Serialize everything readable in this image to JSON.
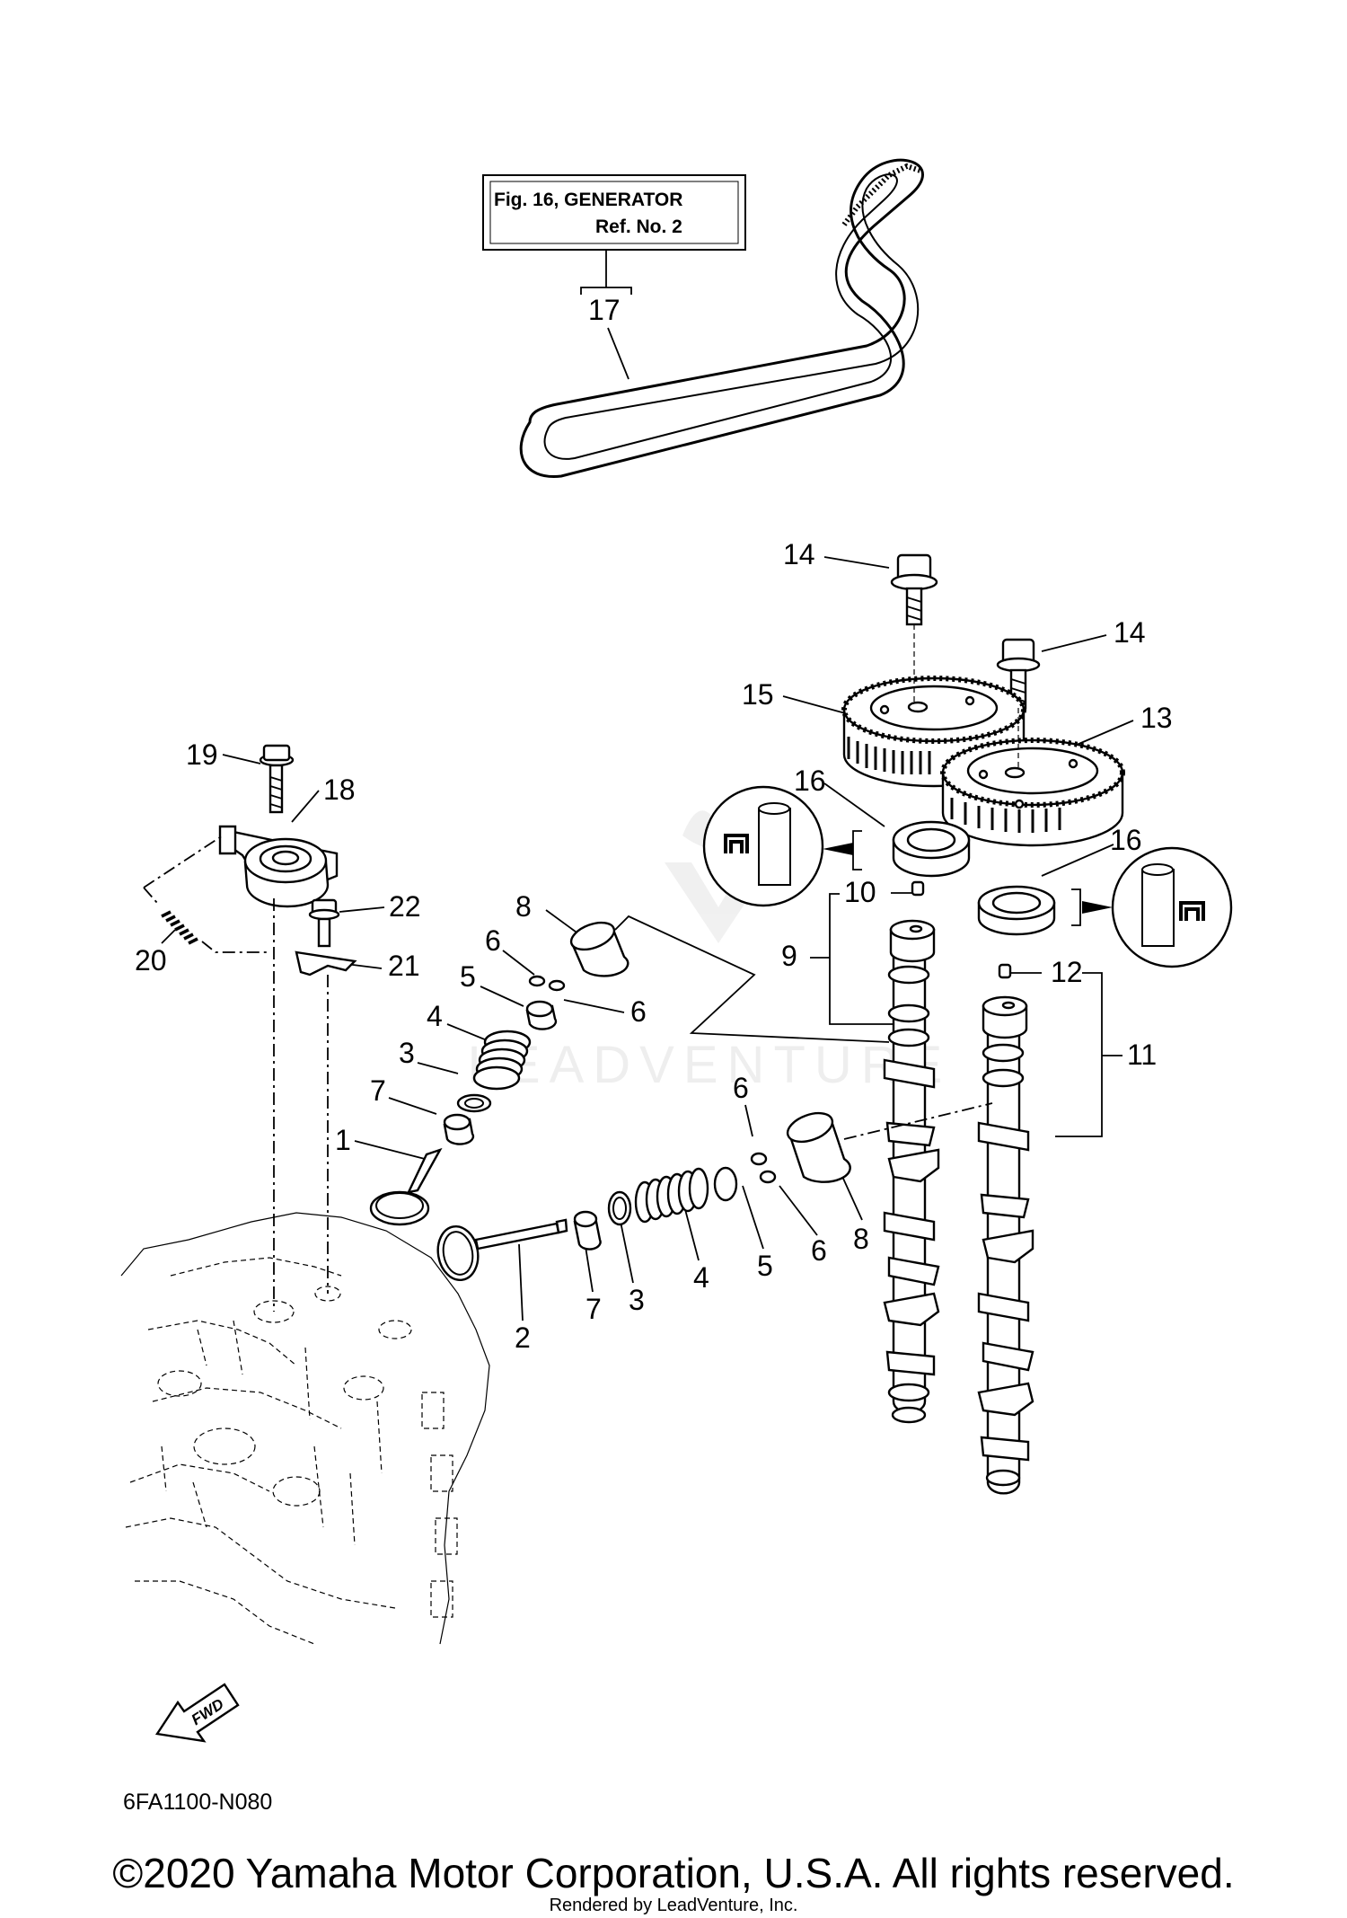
{
  "reference_box": {
    "line1": "Fig. 16, GENERATOR",
    "line2": "Ref. No. 2"
  },
  "callouts": {
    "c1": "1",
    "c2": "2",
    "c3a": "3",
    "c3b": "3",
    "c4a": "4",
    "c4b": "4",
    "c5a": "5",
    "c5b": "5",
    "c6a": "6",
    "c6b": "6",
    "c6c": "6",
    "c6d": "6",
    "c7a": "7",
    "c7b": "7",
    "c8a": "8",
    "c8b": "8",
    "c9": "9",
    "c10": "10",
    "c11": "11",
    "c12": "12",
    "c13": "13",
    "c14a": "14",
    "c14b": "14",
    "c15": "15",
    "c16a": "16",
    "c16b": "16",
    "c17": "17",
    "c18": "18",
    "c19": "19",
    "c20": "20",
    "c21": "21",
    "c22": "22"
  },
  "fwd_label": "FWD",
  "drawing_code": "6FA1100-N080",
  "watermark": "LEADVENTURE",
  "copyright": "©2020 Yamaha Motor Corporation, U.S.A. All rights reserved.",
  "rendered_by": "Rendered by LeadVenture, Inc."
}
